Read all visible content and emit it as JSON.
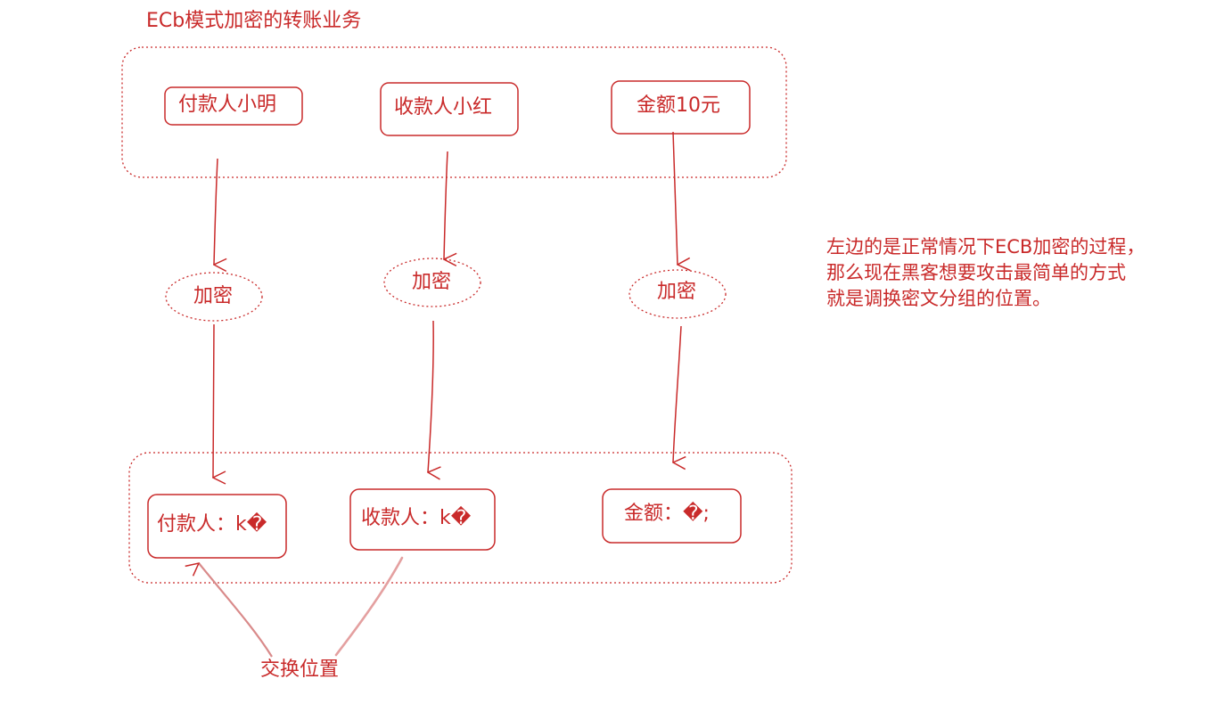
{
  "title": "ECb模式加密的转账业务",
  "plain_blocks": [
    "付款人小明",
    "收款人小红",
    "金额10元"
  ],
  "encrypt_label": "加密",
  "cipher_blocks": [
    "付款人：k�",
    "收款人：k�",
    "金额：�;"
  ],
  "swap_label": "交换位置",
  "note_lines": [
    "左边的是正常情况下ECB加密的过程，",
    "那么现在黑客想要攻击最简单的方式",
    "就是调换密文分组的位置。"
  ],
  "colors": {
    "stroke": "#c92a2a"
  }
}
